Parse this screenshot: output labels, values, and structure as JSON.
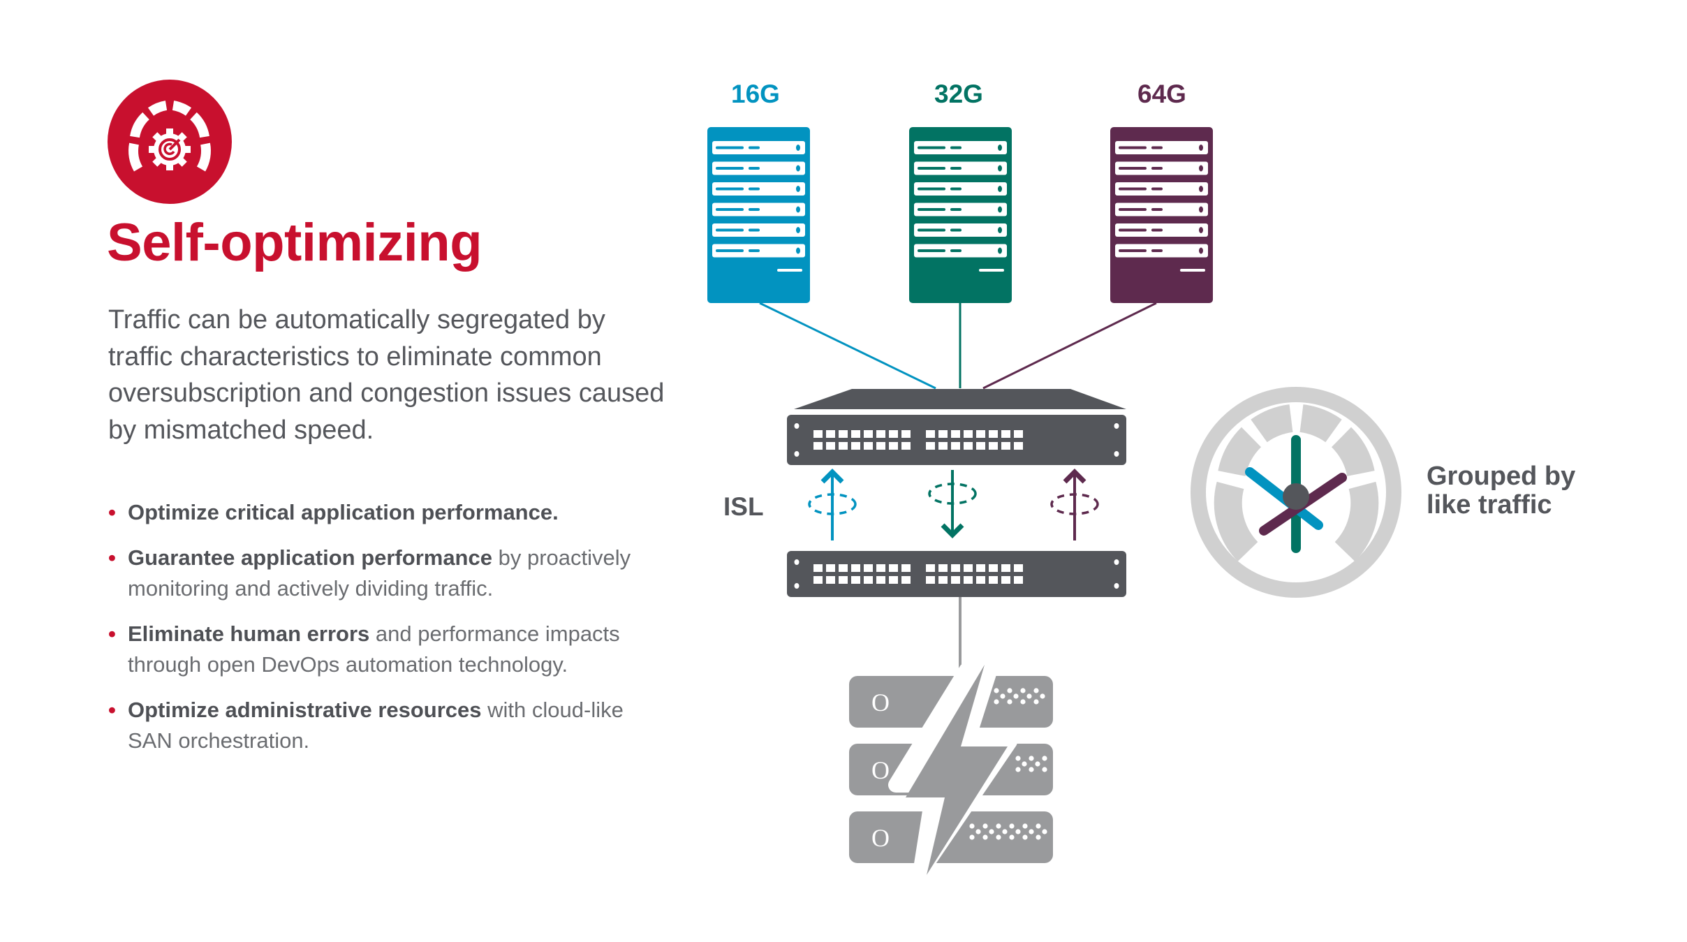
{
  "colors": {
    "brand_red": "#c8102e",
    "text_gray": "#54565b",
    "speed_16g": "#0293c0",
    "speed_32g": "#027363",
    "speed_64g": "#5e2a4e",
    "switch_gray": "#54565b",
    "storage_gray": "#999a9c",
    "gauge_gray": "#d0d0d0"
  },
  "icon": {
    "name": "self-optimizing-gauge-gear-icon"
  },
  "title": "Self-optimizing",
  "intro": "Traffic can be automatically segregated by traffic characteristics to eliminate common oversubscription and congestion issues caused by mismatched speed.",
  "bullets": [
    {
      "bold": "Optimize critical application performance.",
      "rest": ""
    },
    {
      "bold": "Guarantee application performance",
      "rest": " by proactively monitoring and actively dividing traffic."
    },
    {
      "bold": "Eliminate human errors",
      "rest": " and performance impacts through open DevOps automation technology."
    },
    {
      "bold": "Optimize administrative resources",
      "rest": " with cloud-like SAN orchestration."
    }
  ],
  "diagram": {
    "servers": [
      {
        "label": "16G",
        "color": "#0293c0"
      },
      {
        "label": "32G",
        "color": "#027363"
      },
      {
        "label": "64G",
        "color": "#5e2a4e"
      }
    ],
    "isl_label": "ISL",
    "switch_icon": "network-switch-icon",
    "storage_icon": "flash-storage-icon",
    "gauge_icon": "traffic-gauge-icon",
    "gauge_label_line1": "Grouped by",
    "gauge_label_line2": "like traffic"
  }
}
